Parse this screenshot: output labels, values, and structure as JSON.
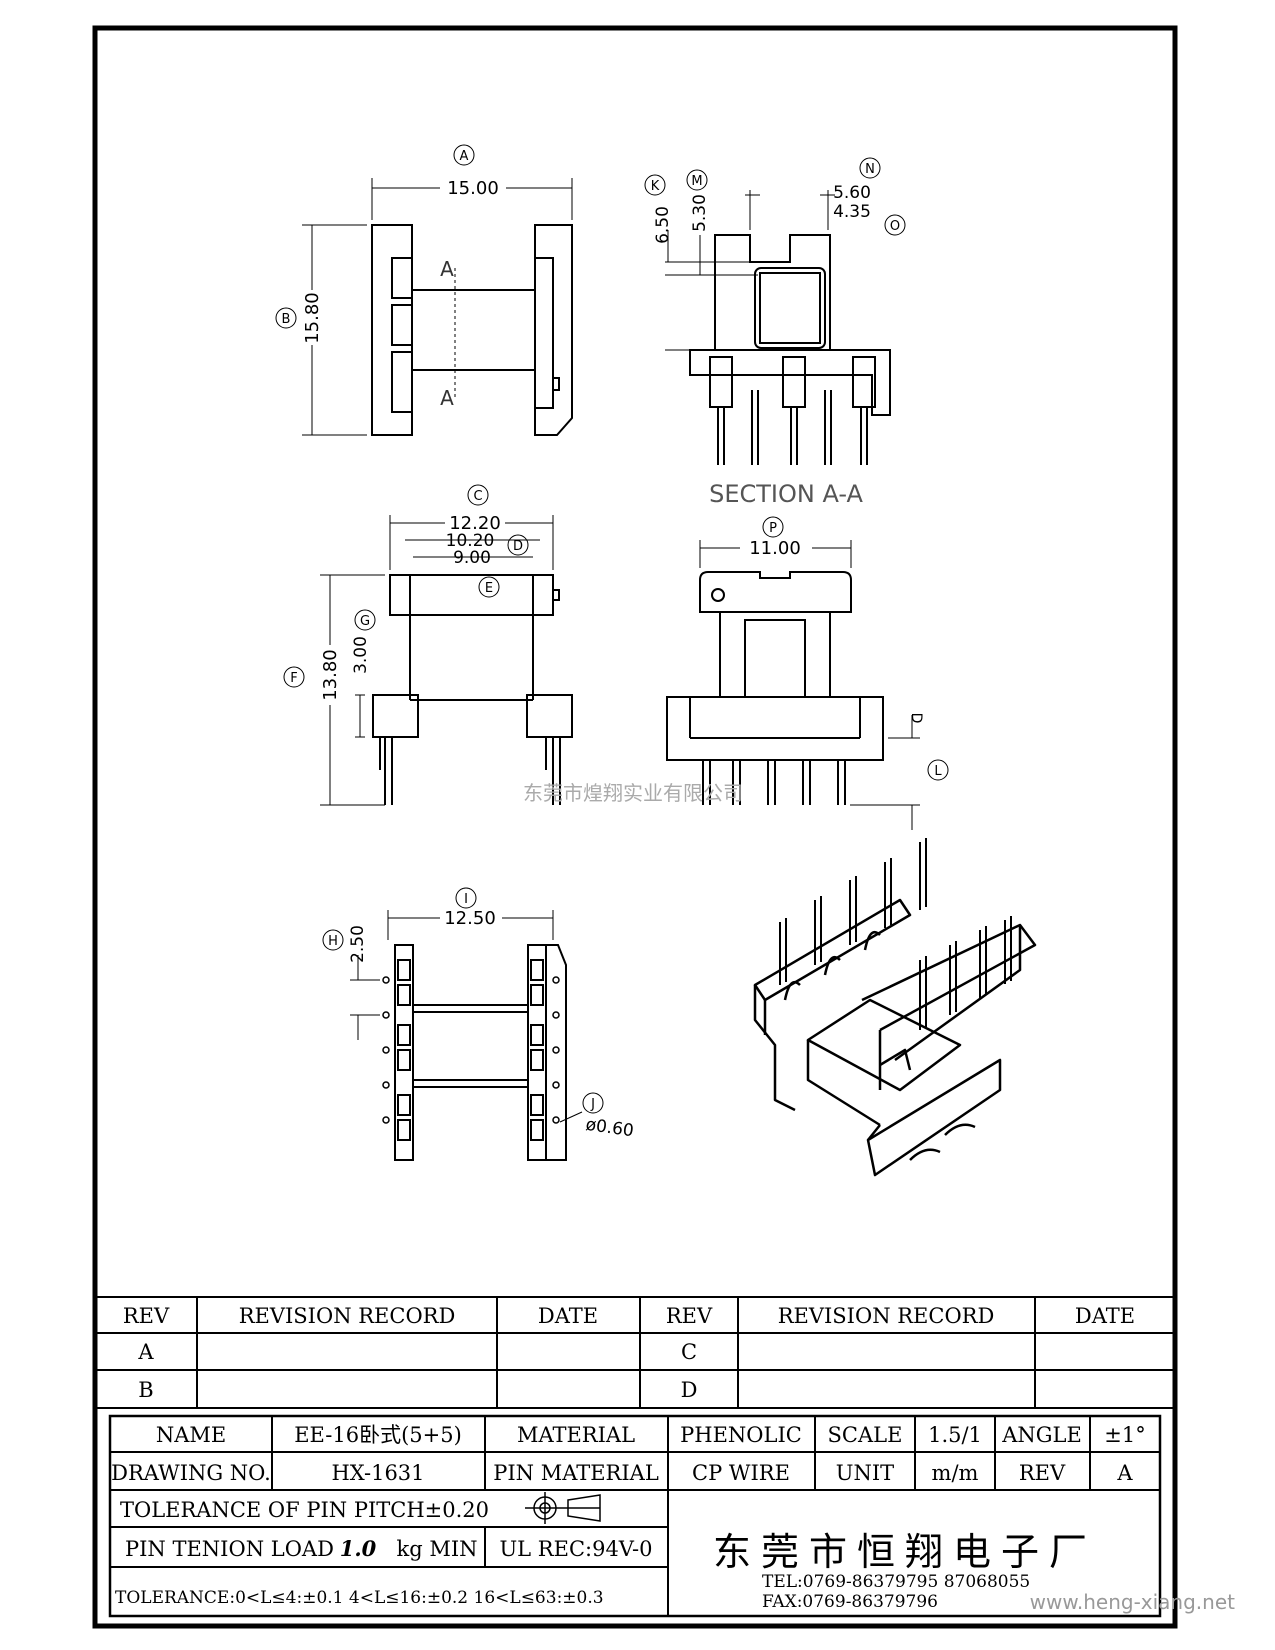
{
  "drawing": {
    "labels": {
      "A": "A",
      "B": "B",
      "C": "C",
      "D": "D",
      "E": "E",
      "F": "F",
      "G": "G",
      "H": "H",
      "I": "I",
      "J": "J",
      "K": "K",
      "M": "M",
      "N": "N",
      "O": "O",
      "P": "P",
      "L": "L"
    },
    "dims": {
      "A": "15.00",
      "B": "15.80",
      "C": "12.20",
      "D": "10.20",
      "E": "9.00",
      "F": "13.80",
      "G": "3.00",
      "H": "2.50",
      "I": "12.50",
      "J": "ø0.60",
      "K": "6.50",
      "M": "5.30",
      "N": "5.60",
      "O": "4.35",
      "P": "11.00",
      "L": "D"
    },
    "section_mark": "A",
    "section_title": "SECTION A-A",
    "watermark": "东莞市煌翔实业有限公司",
    "site": "www.heng-xiang.net"
  },
  "revision_table": {
    "headers": [
      "REV",
      "REVISION RECORD",
      "DATE",
      "REV",
      "REVISION RECORD",
      "DATE"
    ],
    "rows": [
      [
        "A",
        "",
        "",
        "C",
        "",
        ""
      ],
      [
        "B",
        "",
        "",
        "D",
        "",
        ""
      ]
    ]
  },
  "title_block": {
    "name_label": "NAME",
    "name_value": "EE-16卧式(5+5)",
    "material_label": "MATERIAL",
    "material_value": "PHENOLIC",
    "scale_label": "SCALE",
    "scale_value": "1.5/1",
    "angle_label": "ANGLE",
    "angle_value": "±1°",
    "drawing_no_label": "DRAWING NO.",
    "drawing_no_value": "HX-1631",
    "pin_material_label": "PIN MATERIAL",
    "pin_material_value": "CP WIRE",
    "unit_label": "UNIT",
    "unit_value": "m/m",
    "rev_label": "REV",
    "rev_value": "A",
    "tolerance_pin_pitch": "TOLERANCE OF PIN PITCH±0.20",
    "pin_tension_prefix": "PIN TENION LOAD",
    "pin_tension_value": "1.0",
    "pin_tension_suffix": "kg MIN",
    "ul_rec": "UL REC:94V-0",
    "tolerance_general": "TOLERANCE:0<L≤4:±0.1  4<L≤16:±0.2  16<L≤63:±0.3",
    "company": "东莞市恒翔电子厂",
    "tel": "TEL:0769-86379795  87068055",
    "fax": "FAX:0769-86379796"
  }
}
